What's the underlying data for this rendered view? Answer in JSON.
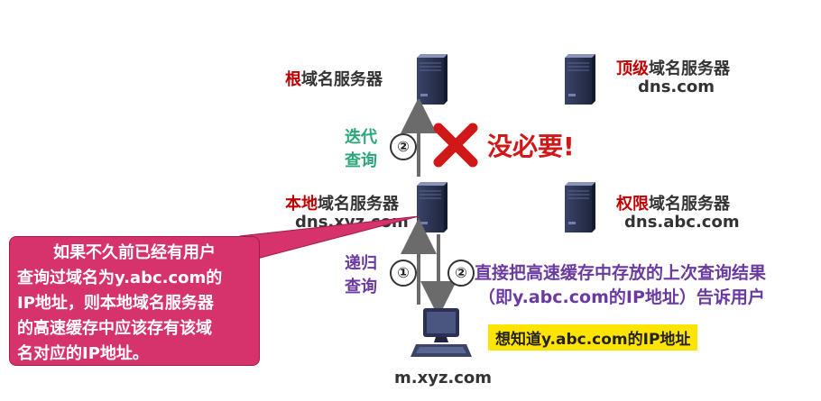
{
  "servers": {
    "root": {
      "prefix": "根",
      "suffix": "域名服务器"
    },
    "tld": {
      "prefix": "顶级",
      "suffix": "域名服务器",
      "domain": "dns.com"
    },
    "local": {
      "prefix": "本地",
      "suffix": "域名服务器",
      "domain": "dns.xyz.com"
    },
    "auth": {
      "prefix": "权限",
      "suffix": "域名服务器",
      "domain": "dns.abc.com"
    }
  },
  "iterative": {
    "line1": "迭代",
    "line2": "查询",
    "step": "②"
  },
  "not_needed": "没必要!",
  "recursive": {
    "line1": "递归",
    "line2": "查询",
    "step": "①"
  },
  "reply": {
    "step": "②",
    "line1": "直接把高速缓存中存放的上次查询结果",
    "line2": "（即y.abc.com的IP地址）告诉用户"
  },
  "callout": {
    "lines": [
      "如果不久前已经有用户",
      "查询过域名为y.abc.com的",
      "IP地址，则本地域名服务器",
      "的高速缓存中应该存有该域",
      "名对应的IP地址。"
    ]
  },
  "host": {
    "name": "m.xyz.com",
    "want": "想知道y.abc.com的IP地址"
  },
  "colors": {
    "red": "#c00000",
    "green": "#2aa879",
    "purple": "#6a3aa0",
    "callout": "#d6336c",
    "highlight": "#ffe400"
  }
}
